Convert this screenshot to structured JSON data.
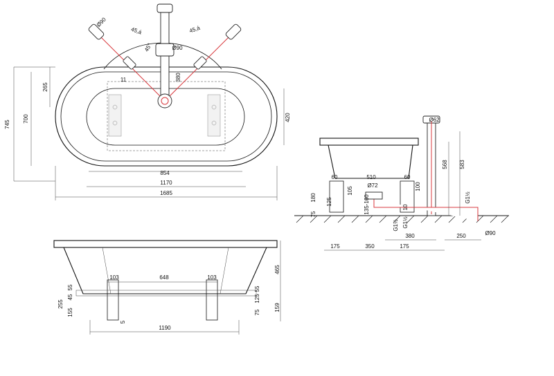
{
  "drawing": {
    "plan_top": {
      "overall_length": "1685",
      "inner_length": "1170",
      "base_length": "854",
      "overall_width": "745",
      "inner_width": "700",
      "base_width": "420",
      "depth_offset": "265",
      "tap_offset": "11",
      "tap_reach": "380",
      "tap_diameter_left": "Ø90",
      "tap_diameter_center": "Ø90",
      "angle_left": "45,á",
      "angle_right": "45,á",
      "angle_small": "45°"
    },
    "front_view": {
      "total_height": "465",
      "foot_height": "159",
      "foot_width_left": "103",
      "foot_width_right": "103",
      "foot_spacing": "648",
      "base_length": "1190",
      "h_255": "255",
      "h_155": "155",
      "h_45": "45",
      "h_55_left": "55",
      "h_55_right": "55",
      "h_125": "125",
      "h_75": "75",
      "gap_5": "5"
    },
    "side_view": {
      "pipe_diameter_top": "Ø62",
      "h_568": "568",
      "h_583": "583",
      "d_510": "510",
      "d_60_left": "60",
      "d_60_right": "60",
      "waste_diameter": "Ø72",
      "h_180": "180",
      "h_125": "125",
      "h_105": "105",
      "h_135_160": "135-160",
      "h_100": "100",
      "h_75": "75",
      "h_10": "10",
      "g_1_half_a": "G1½",
      "g_1_half_b": "G1½",
      "g_1_half_c": "G1½",
      "w_175_left": "175",
      "w_350": "350",
      "w_175_right": "175",
      "w_380": "380",
      "w_250": "250",
      "outlet_diameter": "Ø90"
    }
  }
}
